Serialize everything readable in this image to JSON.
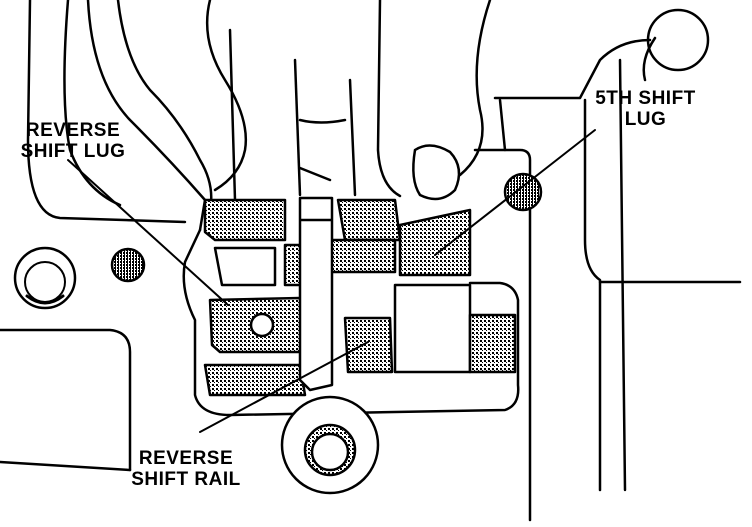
{
  "callouts": {
    "reverse_shift_lug": {
      "line1": "REVERSE",
      "line2": "SHIFT LUG"
    },
    "fifth_shift_lug": {
      "line1": "5TH SHIFT",
      "line2": "LUG"
    },
    "reverse_shift_rail": {
      "line1": "REVERSE",
      "line2": "SHIFT RAIL"
    }
  },
  "colors": {
    "ink": "#000000",
    "paper": "#ffffff",
    "stipple": "#6a6a6a"
  }
}
